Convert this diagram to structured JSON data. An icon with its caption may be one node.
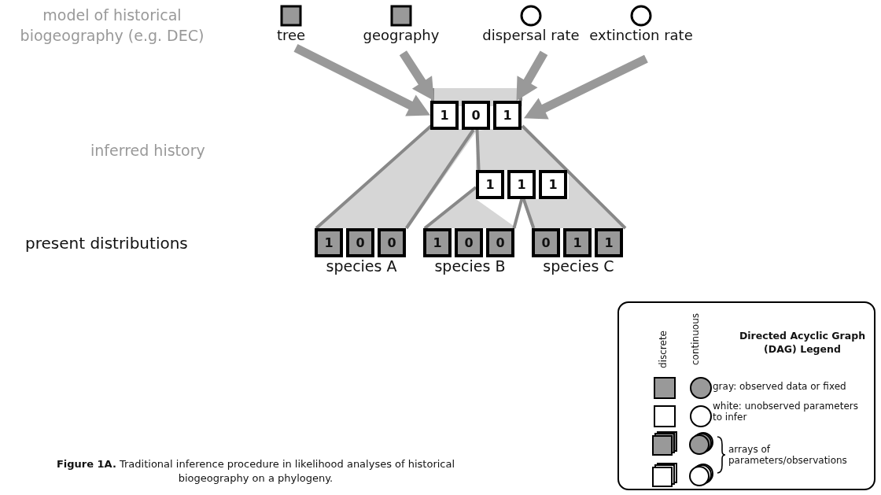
{
  "diagram": {
    "caption": "**Figure 1A.** Traditional inference procedure in likelihood analyses of historical biogeography on a phylogeny.",
    "nodes": [
      {
        "text": [
          "tree"
        ]
      },
      {
        "text": [
          "geography"
        ]
      },
      {
        "text": [
          "dispersal rate"
        ]
      },
      {
        "text": [
          "extinction rate"
        ]
      },
      {
        "text": [
          "1",
          "0",
          "1"
        ]
      },
      {
        "text": [
          "1",
          "1",
          "1"
        ]
      },
      {
        "text": [
          "1",
          "0",
          "0"
        ],
        "beside": [
          "species A"
        ]
      },
      {
        "text": [
          "1",
          "0",
          "0"
        ],
        "beside": [
          "species B"
        ]
      },
      {
        "text": [
          "0",
          "1",
          "1"
        ],
        "beside": [
          "species C"
        ]
      }
    ],
    "edges": [
      {
        "from": 0,
        "to": 4,
        "arrow": "to",
        "style": "thick",
        "color": "#999999"
      },
      {
        "from": 1,
        "to": 4,
        "arrow": "to",
        "style": "thick",
        "color": "#999999"
      },
      {
        "from": 2,
        "to": 4,
        "arrow": "to",
        "style": "thick",
        "color": "#999999"
      },
      {
        "from": 3,
        "to": 4,
        "arrow": "to",
        "style": "thick",
        "color": "#999999"
      },
      {
        "from": 4,
        "to": 6,
        "arrow": "none"
      },
      {
        "from": 4,
        "to": 5,
        "arrow": "none"
      },
      {
        "from": 5,
        "to": 7,
        "arrow": "none"
      },
      {
        "from": 5,
        "to": 8,
        "arrow": "none"
      }
    ],
    "labels": [
      "model of historical biogeography (e.g. DEC)",
      "inferred history",
      "present distributions",
      "discrete",
      "continuous",
      "Directed Acyclic Graph (DAG) Legend"
    ],
    "legend": [
      {
        "text": "gray: observed data or fixed"
      },
      {
        "text": "white: unobserved parameters to infer"
      },
      {
        "text": "arrays of parameters/observations"
      }
    ]
  }
}
